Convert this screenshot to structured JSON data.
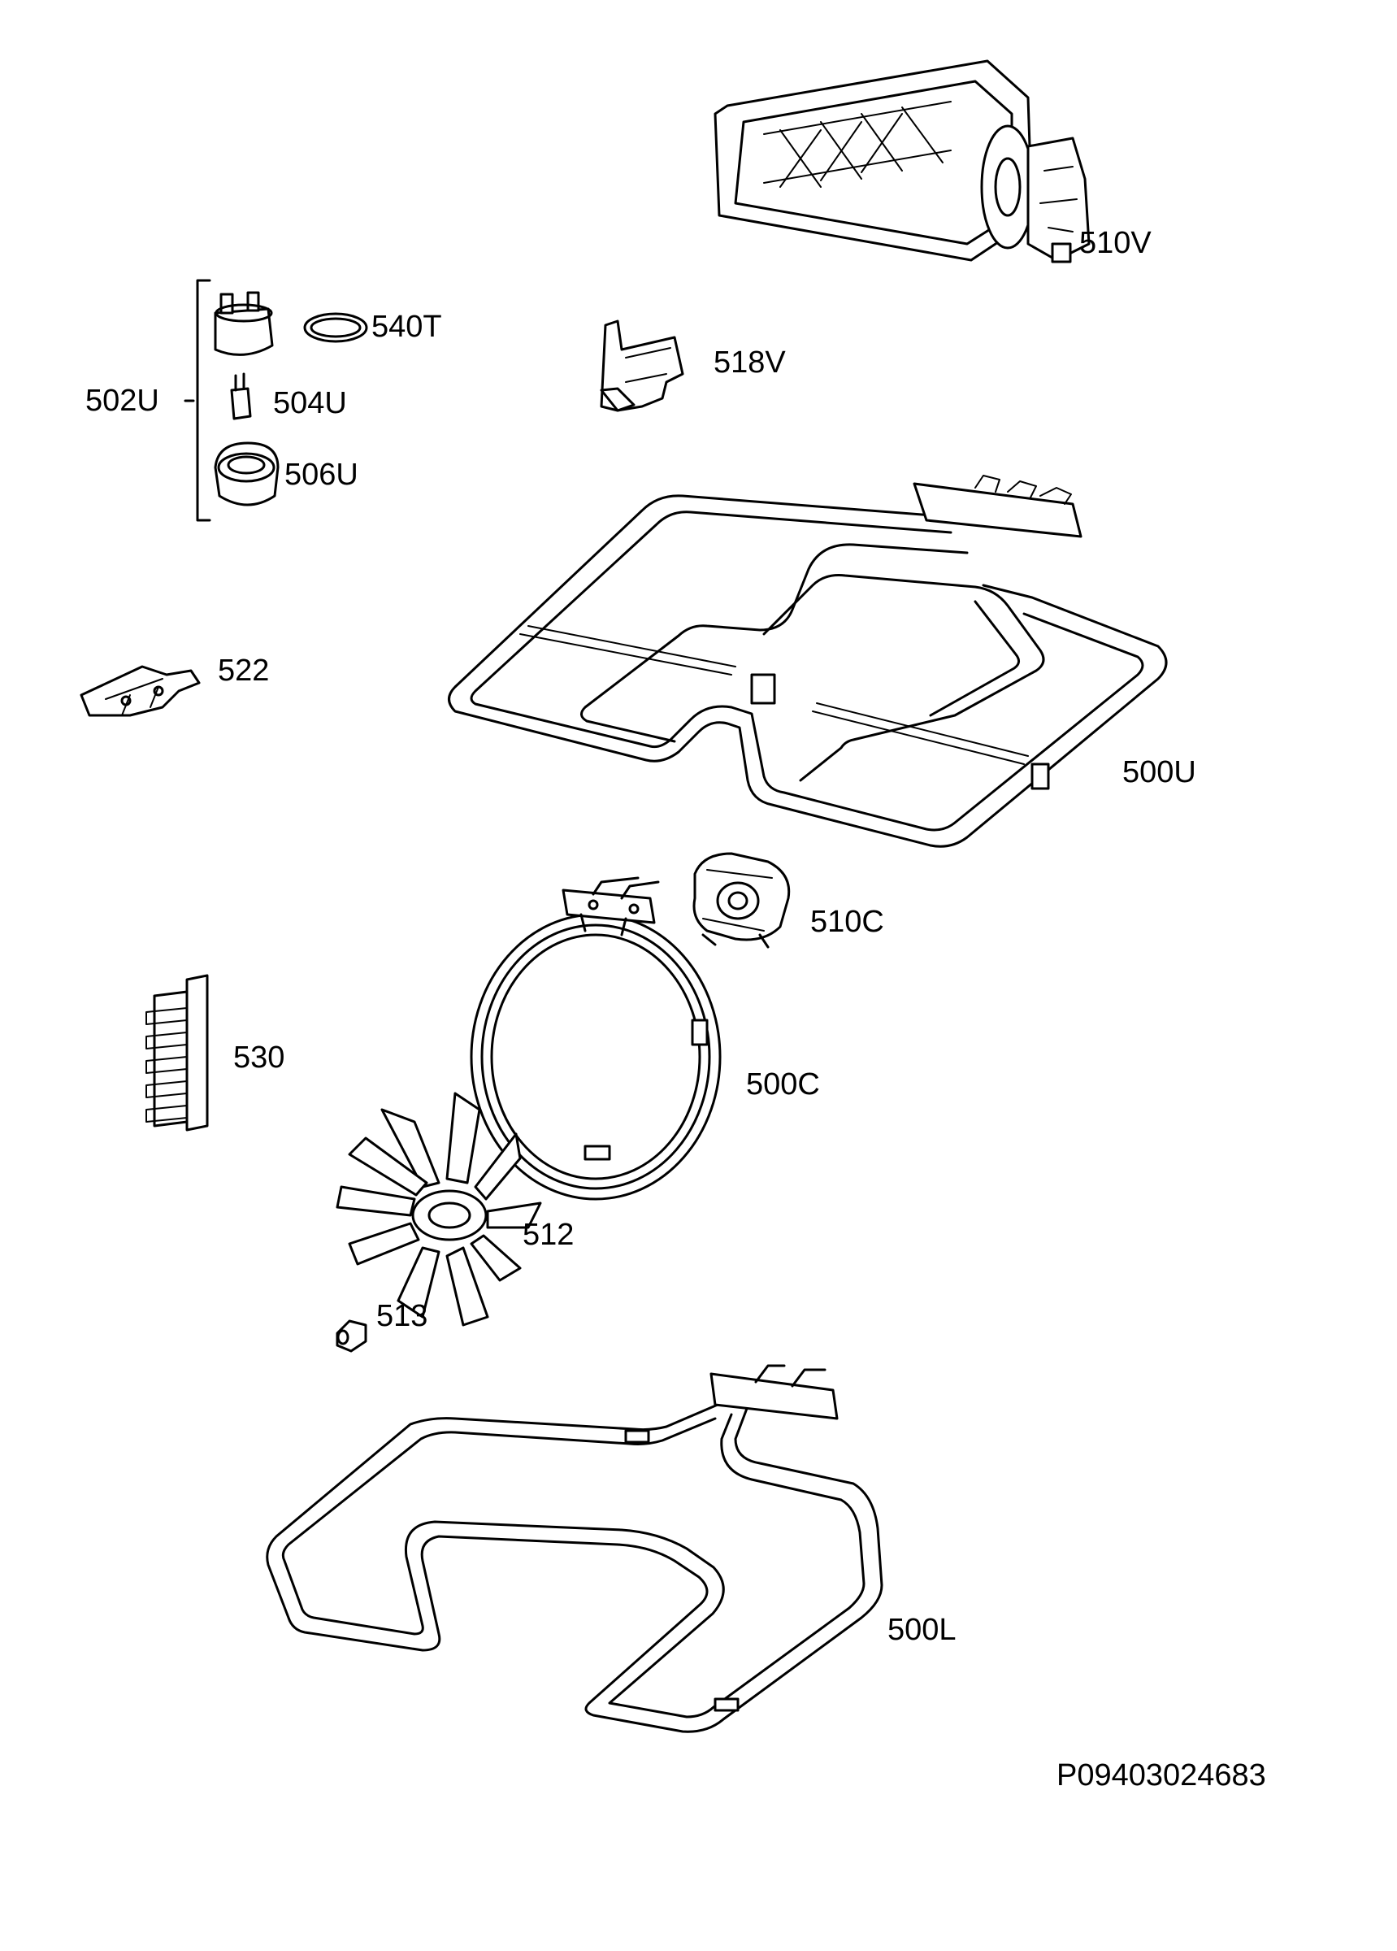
{
  "parts": [
    {
      "id": "510V",
      "label": "510V",
      "icon": "fan-motor-housing"
    },
    {
      "id": "540T",
      "label": "540T",
      "icon": "gasket-ring"
    },
    {
      "id": "502U",
      "label": "502U",
      "icon": "lamp-assembly-bracket"
    },
    {
      "id": "504U",
      "label": "504U",
      "icon": "lamp-bulb"
    },
    {
      "id": "506U",
      "label": "506U",
      "icon": "lamp-cover"
    },
    {
      "id": "518V",
      "label": "518V",
      "icon": "thermostat"
    },
    {
      "id": "522",
      "label": "522",
      "icon": "connector-clip"
    },
    {
      "id": "500U",
      "label": "500U",
      "icon": "upper-heating-element"
    },
    {
      "id": "510C",
      "label": "510C",
      "icon": "fan-motor"
    },
    {
      "id": "530",
      "label": "530",
      "icon": "terminal-block"
    },
    {
      "id": "500C",
      "label": "500C",
      "icon": "circular-heating-element"
    },
    {
      "id": "512",
      "label": "512",
      "icon": "fan-blade"
    },
    {
      "id": "513",
      "label": "513",
      "icon": "nut"
    },
    {
      "id": "500L",
      "label": "500L",
      "icon": "lower-heating-element"
    }
  ],
  "drawing_code": "P09403024683"
}
